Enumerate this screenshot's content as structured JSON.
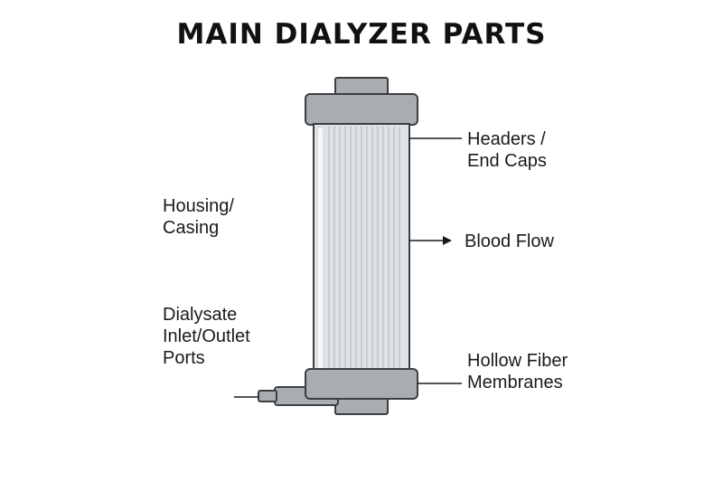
{
  "title": "MAIN DIALYZER PARTS",
  "labels": {
    "headers": [
      "Headers /",
      "End Caps"
    ],
    "housing": [
      "Housing/",
      "Casing"
    ],
    "blood_flow": "Blood Flow",
    "dialysate": [
      "Dialysate",
      "Inlet/Outlet",
      "Ports"
    ],
    "hollow_fiber": [
      "Hollow Fiber",
      "Membranes"
    ]
  },
  "colors": {
    "cap_fill": "#a9adb1",
    "body_fill": "#dfe2e5",
    "fiber_line": "#b8bcc0",
    "outline": "#3b3f44"
  }
}
